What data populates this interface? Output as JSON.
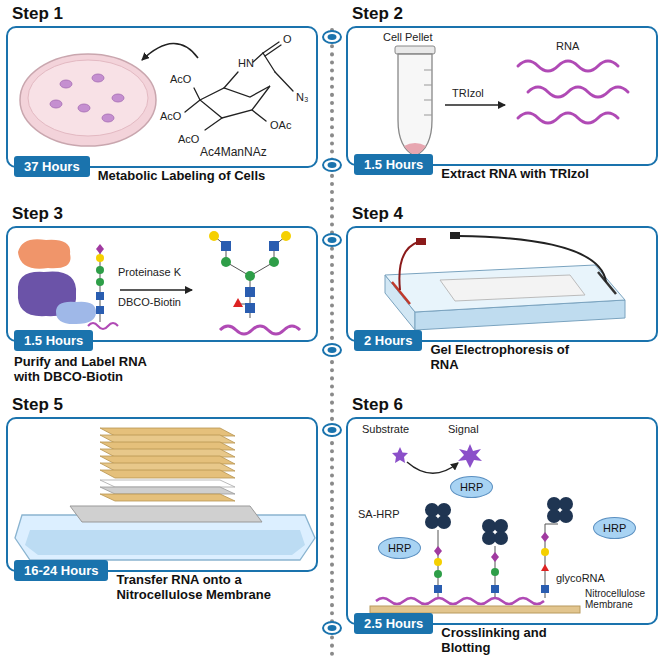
{
  "diagram": {
    "nodes": [
      {
        "text": [
          "Step 1",
          "37 Hours",
          "Metabolic Labeling of Cells"
        ]
      },
      {
        "text": [
          "Step 2",
          "1.5 Hours",
          "Extract RNA with TRIzol"
        ]
      },
      {
        "text": [
          "Step 3",
          "1.5 Hours",
          "Purify and Label RNA with DBCO-Biotin"
        ]
      },
      {
        "text": [
          "Step 4",
          "2 Hours",
          "Gel Electrophoresis of RNA"
        ]
      },
      {
        "text": [
          "Step 5",
          "16-24 Hours",
          "Transfer RNA onto a Nitrocellulose Membrane"
        ]
      },
      {
        "text": [
          "Step 6",
          "2.5 Hours",
          "Crosslinking and Blotting"
        ]
      },
      {
        "text": [
          "HRP"
        ],
        "in": 5
      },
      {
        "text": [
          "HRP"
        ],
        "in": 5
      },
      {
        "text": [
          "HRP"
        ],
        "in": 5
      }
    ],
    "labels": [
      "Ac4ManNAz",
      "AcO",
      "AcO",
      "AcO",
      "OAc",
      "HN",
      "O",
      "N₃",
      "Cell Pellet",
      "TRIzol",
      "RNA",
      "Proteinase K",
      "DBCO-Biotin",
      "Substrate",
      "Signal",
      "SA-HRP",
      "glycoRNA",
      "Nitrocellulose Membrane"
    ]
  }
}
